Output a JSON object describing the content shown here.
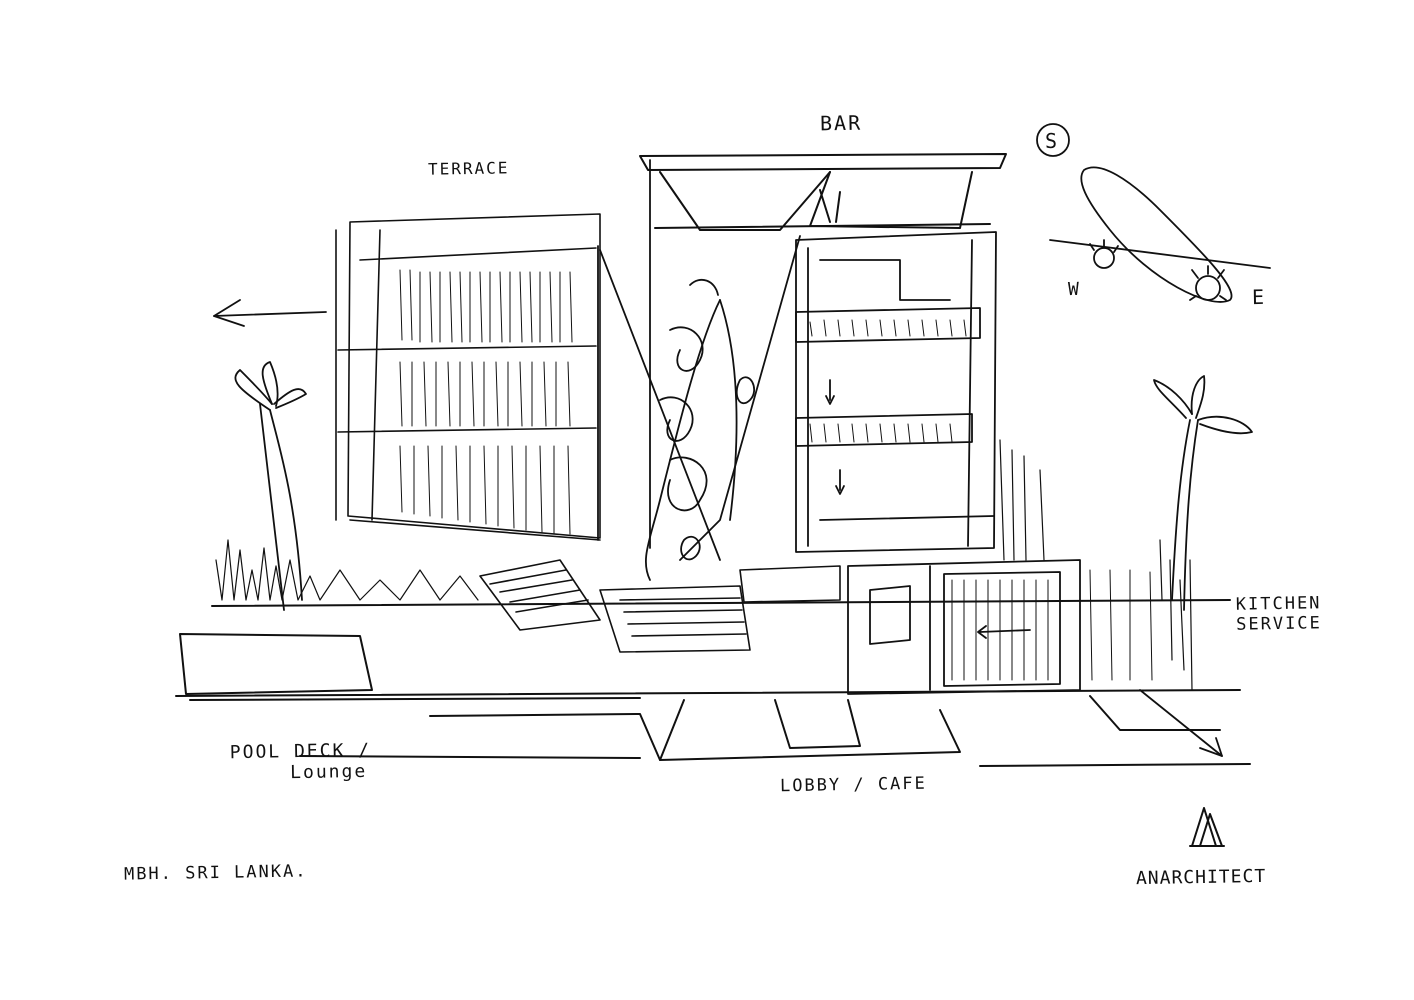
{
  "labels": {
    "bar": "BAR",
    "terrace": "TERRACE",
    "west": "W",
    "east": "E",
    "south_mark": "S",
    "kitchen_line1": "KITCHEN",
    "kitchen_line2": "SERVICE",
    "pool_line1": "POOL DECK /",
    "pool_line2": "Lounge",
    "lobby": "LOBBY / CAFE"
  },
  "footer": {
    "project": "MBH. SRI LANKA.",
    "firm": "ANARCHITECT"
  },
  "colors": {
    "ink": "#111111",
    "paper": "#ffffff"
  },
  "icons": [
    "sun-path-diagram-icon",
    "north-arrow-icon",
    "anarchitect-logo-icon"
  ]
}
